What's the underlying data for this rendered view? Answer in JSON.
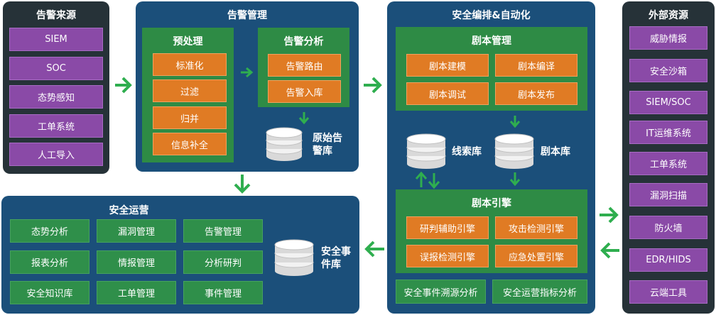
{
  "colors": {
    "dark": "#263238",
    "blue": "#1b4f7a",
    "green": "#2e8b45",
    "purple": "#8a4aa7",
    "orange": "#e07b24",
    "arrow": "#2fae4f"
  },
  "sources": {
    "title": "告警来源",
    "items": [
      "SIEM",
      "SOC",
      "态势感知",
      "工单系统",
      "人工导入"
    ]
  },
  "alarm_mgmt": {
    "title": "告警管理",
    "preprocess": {
      "title": "预处理",
      "items": [
        "标准化",
        "过滤",
        "归并",
        "信息补全"
      ]
    },
    "analysis": {
      "title": "告警分析",
      "items": [
        "告警路由",
        "告警入库"
      ]
    },
    "db_label_1": "原始告",
    "db_label_2": "警库"
  },
  "orchestration": {
    "title": "安全编排&自动化",
    "playbook_mgmt": {
      "title": "剧本管理",
      "items": [
        "剧本建模",
        "剧本编译",
        "剧本调试",
        "剧本发布"
      ]
    },
    "clue_db": "线索库",
    "playbook_db": "剧本库",
    "engine": {
      "title": "剧本引擎",
      "items": [
        "研判辅助引擎",
        "攻击检测引擎",
        "误报检测引擎",
        "应急处置引擎"
      ]
    },
    "bottom": [
      "安全事件溯源分析",
      "安全运营指标分析"
    ]
  },
  "external": {
    "title": "外部资源",
    "items": [
      "威胁情报",
      "安全沙箱",
      "SIEM/SOC",
      "IT运维系统",
      "工单系统",
      "漏洞扫描",
      "防火墙",
      "EDR/HIDS",
      "云端工具"
    ]
  },
  "ops": {
    "title": "安全运营",
    "items": [
      "态势分析",
      "漏洞管理",
      "告警管理",
      "报表分析",
      "情报管理",
      "分析研判",
      "安全知识库",
      "工单管理",
      "事件管理"
    ],
    "db_label_1": "安全事",
    "db_label_2": "件库"
  }
}
